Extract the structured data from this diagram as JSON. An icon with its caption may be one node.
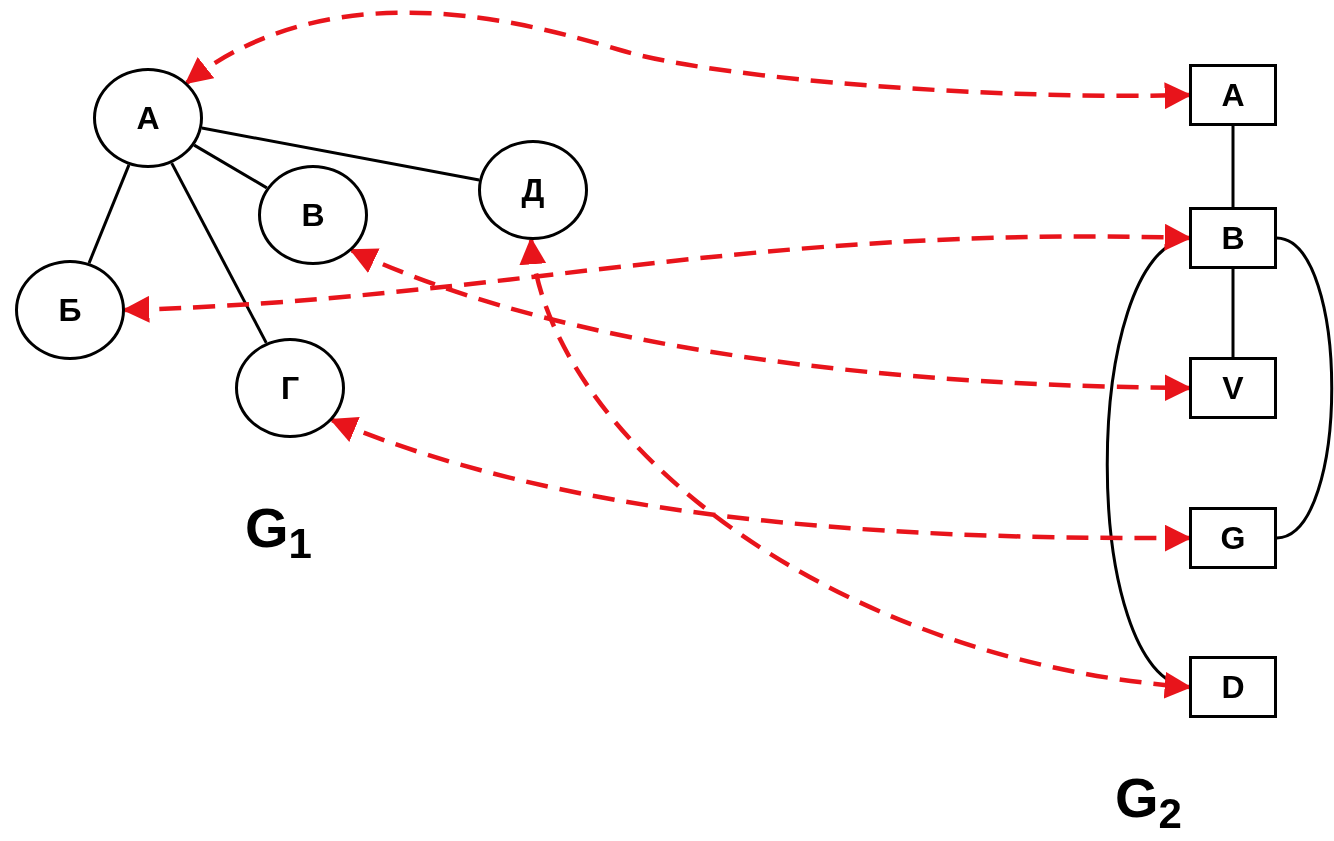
{
  "diagram": {
    "nodes": [
      {
        "text": [
          "А"
        ]
      },
      {
        "text": [
          "В"
        ]
      },
      {
        "text": [
          "Д"
        ]
      },
      {
        "text": [
          "Б"
        ]
      },
      {
        "text": [
          "Г"
        ]
      },
      {
        "text": [
          "A"
        ]
      },
      {
        "text": [
          "B"
        ]
      },
      {
        "text": [
          "V"
        ]
      },
      {
        "text": [
          "G"
        ]
      },
      {
        "text": [
          "D"
        ]
      }
    ],
    "edges": [
      {
        "from": 0,
        "to": 3,
        "arrow": "none"
      },
      {
        "from": 0,
        "to": 4,
        "arrow": "none"
      },
      {
        "from": 0,
        "to": 1,
        "arrow": "none"
      },
      {
        "from": 0,
        "to": 2,
        "arrow": "none"
      },
      {
        "from": 5,
        "to": 6,
        "arrow": "none"
      },
      {
        "from": 6,
        "to": 7,
        "arrow": "none"
      },
      {
        "from": 6,
        "to": 8,
        "arrow": "none"
      },
      {
        "from": 6,
        "to": 9,
        "arrow": "none"
      },
      {
        "from": 0,
        "to": 5,
        "arrow": "both",
        "style": "dashed",
        "color": "#e8141b"
      },
      {
        "from": 3,
        "to": 6,
        "arrow": "both",
        "style": "dashed",
        "color": "#e8141b"
      },
      {
        "from": 1,
        "to": 7,
        "arrow": "both",
        "style": "dashed",
        "color": "#e8141b"
      },
      {
        "from": 4,
        "to": 8,
        "arrow": "both",
        "style": "dashed",
        "color": "#e8141b"
      },
      {
        "from": 2,
        "to": 9,
        "arrow": "both",
        "style": "dashed",
        "color": "#e8141b"
      }
    ],
    "labels": [
      "G$_{1}$",
      "G$_{2}$"
    ]
  }
}
